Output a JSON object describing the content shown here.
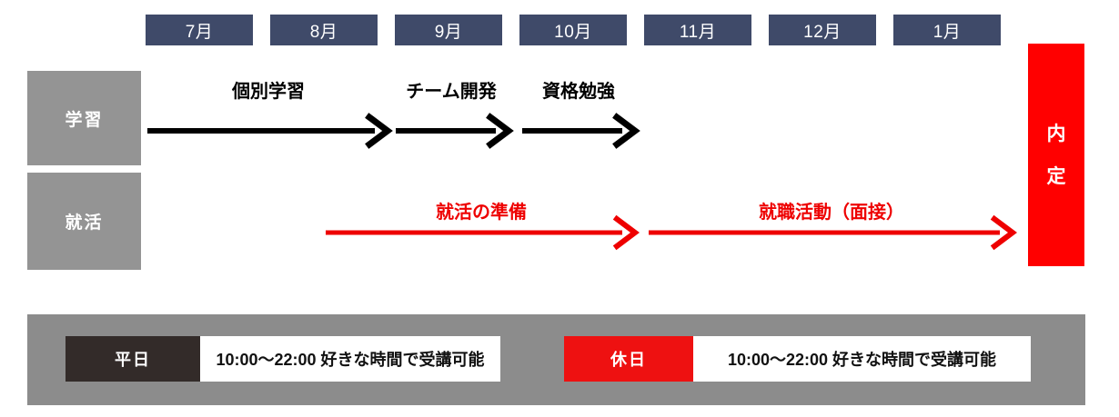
{
  "timeline": {
    "months": [
      {
        "label": "7月"
      },
      {
        "label": "8月"
      },
      {
        "label": "9月"
      },
      {
        "label": "10月"
      },
      {
        "label": "11月"
      },
      {
        "label": "12月"
      },
      {
        "label": "1月"
      }
    ],
    "rows": [
      {
        "label": "学習",
        "color": "#949494",
        "phases": [
          {
            "label": "個別学習",
            "color": "#000000"
          },
          {
            "label": "チーム開発",
            "color": "#000000"
          },
          {
            "label": "資格勉強",
            "color": "#000000"
          }
        ]
      },
      {
        "label": "就活",
        "color": "#949494",
        "phases": [
          {
            "label": "就活の準備",
            "color": "#ee0000"
          },
          {
            "label": "就職活動（面接）",
            "color": "#ee0000"
          }
        ]
      }
    ],
    "goal": {
      "chars": [
        "内",
        "定"
      ],
      "color": "#ff0000"
    }
  },
  "schedule": {
    "entries": [
      {
        "tag": "平日",
        "tag_color": "#332b29",
        "hours": "10:00〜22:00 好きな時間で受講可能"
      },
      {
        "tag": "休日",
        "tag_color": "#ee1111",
        "hours": "10:00〜22:00 好きな時間で受講可能"
      }
    ],
    "bar_color": "#8c8c8c"
  },
  "palette": {
    "navy": "#3f4a69",
    "gray": "#949494",
    "red": "#ff0000",
    "black": "#000000",
    "white": "#ffffff"
  }
}
